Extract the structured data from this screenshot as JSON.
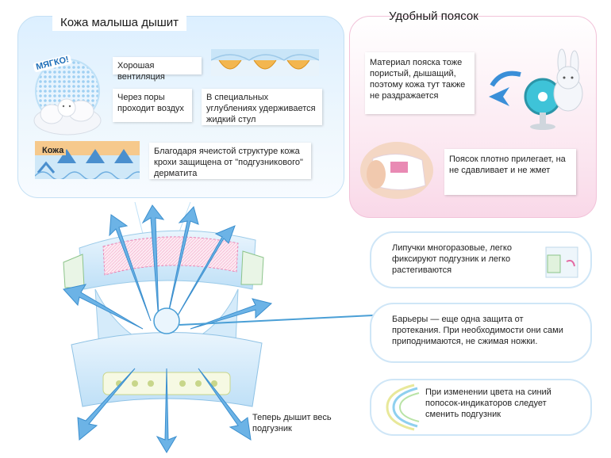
{
  "panel_left": {
    "title": "Кожа малыша дышит",
    "badge": "МЯГКО!",
    "skin_label": "Кожа",
    "box_ventilation": "Хорошая вентиляция",
    "box_pores": "Через поры проходит воздух",
    "box_grooves": "В специальных углублениях удерживается жидкий стул",
    "box_cells": "Благодаря ячеистой структуре кожа крохи защищена от \"подгузникового\" дерматита"
  },
  "panel_right": {
    "title": "Удобный поясок",
    "box_material": "Материал пояска тоже пористый, дышащий, поэтому кожа тут также не раздражается",
    "box_fit": "Поясок плотно прилегает, на не сдавливает и не жмет"
  },
  "features": {
    "velcro": "Липучки многоразовые, легко фиксируют подгузник и легко растегиваются",
    "barriers": "Барьеры — еще одна защита от протекания. При необходимости они сами приподнимаются, не сжимая ножки.",
    "indicator": "При изменении цвета на синий попосок-индикаторов следует сменить подгузник"
  },
  "caption": "Теперь дышит весь подгузник",
  "colors": {
    "left_panel_bg": "#e6f3fc",
    "right_panel_bg": "#fbe3ef",
    "arrow_blue": "#5aa8e0",
    "pink_accent": "#e46aa3",
    "callout_line": "#4a9fd6"
  }
}
